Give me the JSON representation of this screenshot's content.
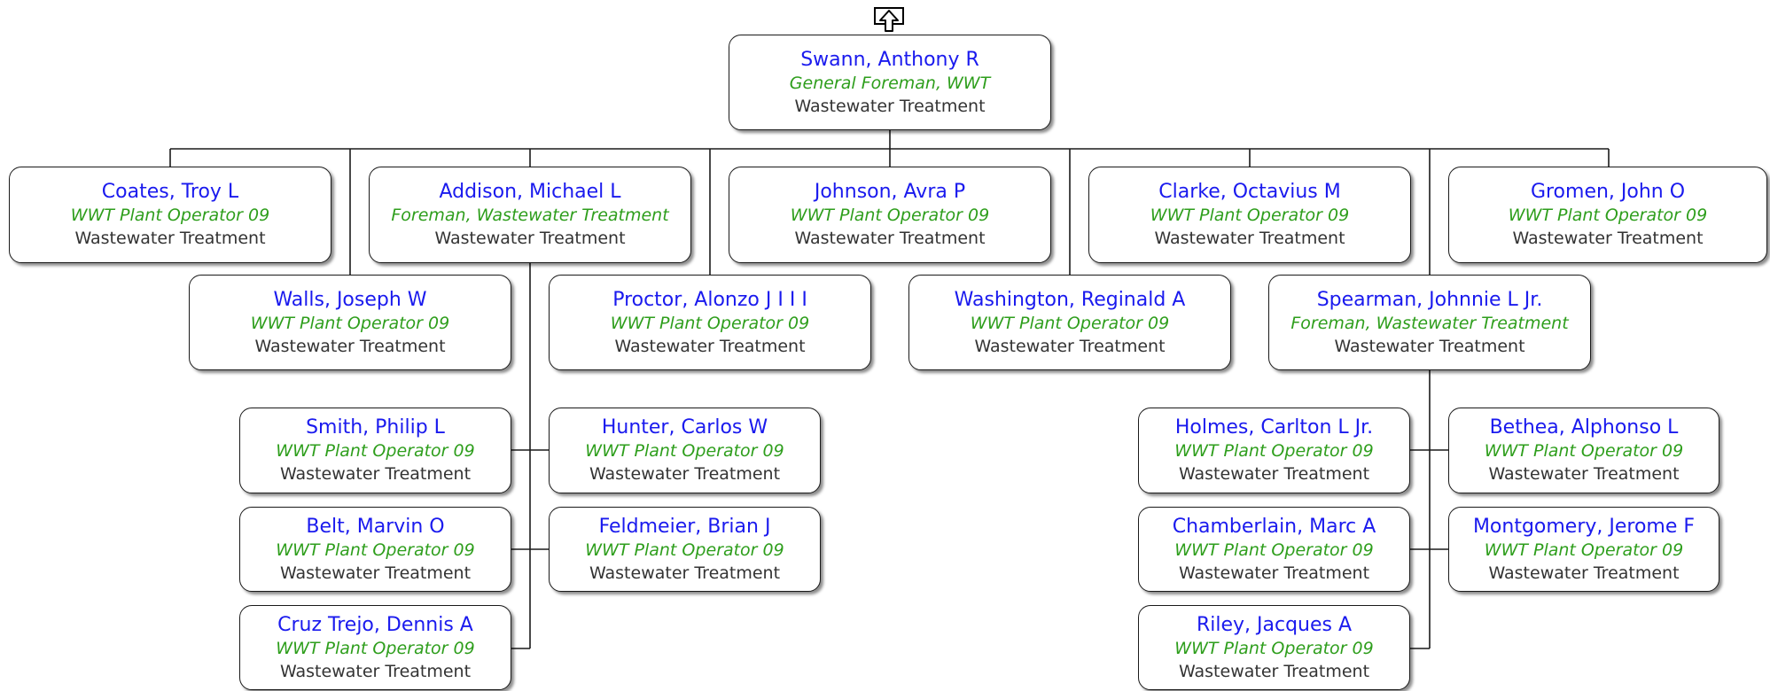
{
  "nav": {
    "up_icon": "up-arrow-icon"
  },
  "colors": {
    "name": "#1a1aee",
    "title": "#2e9e1c",
    "dept": "#333333",
    "border": "#1a1a1a"
  },
  "root": {
    "name": "Swann, Anthony R",
    "title": "General Foreman, WWT",
    "dept": "Wastewater Treatment"
  },
  "reports": [
    {
      "name": "Coates, Troy L",
      "title": "WWT Plant Operator 09",
      "dept": "Wastewater Treatment"
    },
    {
      "name": "Walls, Joseph W",
      "title": "WWT Plant Operator 09",
      "dept": "Wastewater Treatment"
    },
    {
      "name": "Addison, Michael L",
      "title": "Foreman, Wastewater Treatment",
      "dept": "Wastewater Treatment",
      "reports": [
        {
          "name": "Smith, Philip L",
          "title": "WWT Plant Operator 09",
          "dept": "Wastewater Treatment"
        },
        {
          "name": "Hunter, Carlos W",
          "title": "WWT Plant Operator 09",
          "dept": "Wastewater Treatment"
        },
        {
          "name": "Belt, Marvin O",
          "title": "WWT Plant Operator 09",
          "dept": "Wastewater Treatment"
        },
        {
          "name": "Feldmeier, Brian J",
          "title": "WWT Plant Operator 09",
          "dept": "Wastewater Treatment"
        },
        {
          "name": "Cruz Trejo, Dennis A",
          "title": "WWT Plant Operator 09",
          "dept": "Wastewater Treatment"
        }
      ]
    },
    {
      "name": "Proctor, Alonzo J I I I",
      "title": "WWT Plant Operator 09",
      "dept": "Wastewater Treatment"
    },
    {
      "name": "Johnson, Avra P",
      "title": "WWT Plant Operator 09",
      "dept": "Wastewater Treatment"
    },
    {
      "name": "Washington, Reginald A",
      "title": "WWT Plant Operator 09",
      "dept": "Wastewater Treatment"
    },
    {
      "name": "Clarke, Octavius M",
      "title": "WWT Plant Operator 09",
      "dept": "Wastewater Treatment"
    },
    {
      "name": "Spearman, Johnnie L Jr.",
      "title": "Foreman, Wastewater Treatment",
      "dept": "Wastewater Treatment",
      "reports": [
        {
          "name": "Holmes, Carlton L Jr.",
          "title": "WWT Plant Operator 09",
          "dept": "Wastewater Treatment"
        },
        {
          "name": "Bethea, Alphonso L",
          "title": "WWT Plant Operator 09",
          "dept": "Wastewater Treatment"
        },
        {
          "name": "Chamberlain, Marc A",
          "title": "WWT Plant Operator 09",
          "dept": "Wastewater Treatment"
        },
        {
          "name": "Montgomery, Jerome F",
          "title": "WWT Plant Operator 09",
          "dept": "Wastewater Treatment"
        },
        {
          "name": "Riley, Jacques A",
          "title": "WWT Plant Operator 09",
          "dept": "Wastewater Treatment"
        }
      ]
    },
    {
      "name": "Gromen, John O",
      "title": "WWT Plant Operator 09",
      "dept": "Wastewater Treatment"
    }
  ]
}
